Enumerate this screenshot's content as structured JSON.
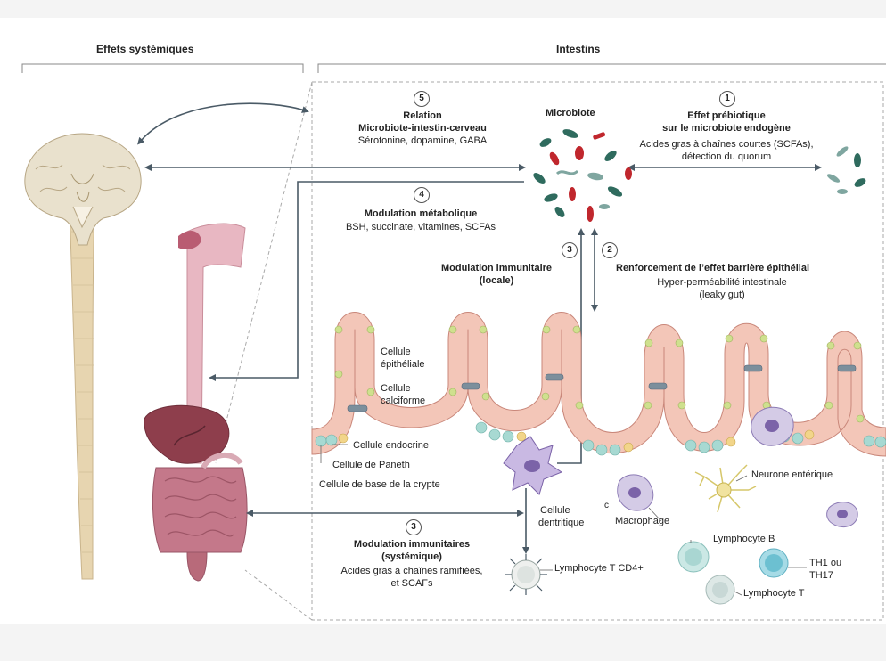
{
  "headers": {
    "systemic": "Effets systémiques",
    "gut": "Intestins"
  },
  "numbers": {
    "n1": "1",
    "n2": "2",
    "n3a": "3",
    "n3b": "3",
    "n4": "4",
    "n5": "5"
  },
  "microbiota": {
    "title": "Microbiote"
  },
  "effect1": {
    "title1": "Effet prébiotique",
    "title2": "sur le microbiote endogène",
    "line1": "Acides gras à chaînes courtes (SCFAs),",
    "line2": "détection du quorum"
  },
  "effect5": {
    "title1": "Relation",
    "title2": "Microbiote-intestin-cerveau",
    "line1": "Sérotonine, dopamine, GABA"
  },
  "effect4": {
    "title": "Modulation métabolique",
    "line1": "BSH, succinate, vitamines, SCFAs"
  },
  "effect3local": {
    "title1": "Modulation immunitaire",
    "title2": "(locale)"
  },
  "effect2": {
    "title": "Renforcement de l’effet barrière épithélial",
    "line1": "Hyper-perméabilité intestinale",
    "line2": "(leaky gut)"
  },
  "effect3sys": {
    "title1": "Modulation immunitaires",
    "title2": "(systémique)",
    "line1": "Acides gras à chaînes ramifiées,",
    "line2": "et SCAFs"
  },
  "cells": {
    "epithelial1": "Cellule",
    "epithelial2": "épithéliale",
    "goblet1": "Cellule",
    "goblet2": "calciforme",
    "endocrine": "Cellule endocrine",
    "paneth": "Cellule de Paneth",
    "crypt": "Cellule de base de la crypte",
    "dendritic1": "Cellule",
    "dendritic2": "dentritique",
    "macrophage": "Macrophage",
    "neuron": "Neurone entérique",
    "lymphB": "Lymphocyte B",
    "th1": "TH1 ou",
    "th2": "TH17",
    "lymphT": "Lymphocyte T",
    "lymphCD4": "Lymphocyte T CD4+",
    "c_mark": "c"
  },
  "colors": {
    "arrow": "#4a5a66",
    "bacteria_teal": "#2f6b5e",
    "bacteria_red": "#c0272d",
    "brain": "#e9e1cd",
    "spine": "#e7d5b0",
    "gut": "#b86a7a",
    "liver": "#8e3e4c",
    "villi": "#f3c6b8",
    "immune_purple": "#7b63a8"
  }
}
